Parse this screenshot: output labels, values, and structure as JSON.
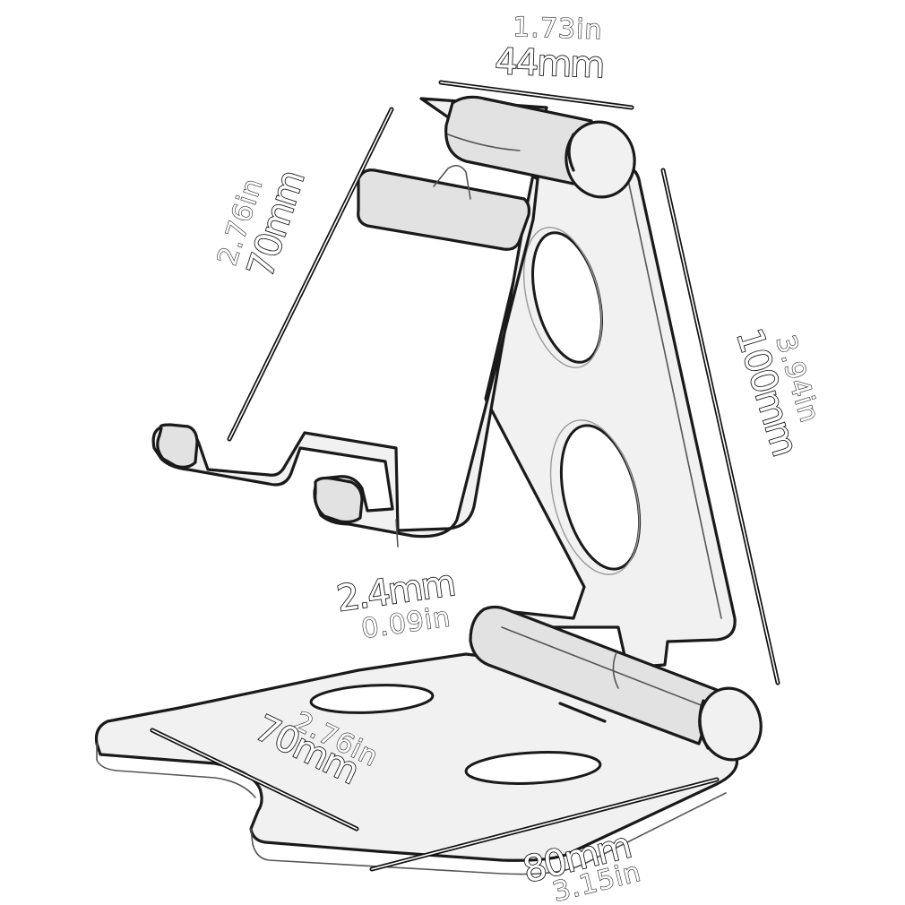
{
  "diagram": {
    "subject": "Foldable aluminum phone stand (sketch style)",
    "colors": {
      "background": "#ffffff",
      "line": "#1a1a1a",
      "surface": "#f1f1f1"
    },
    "dimensions": {
      "top_width": {
        "mm": "44mm",
        "in": "1.73in"
      },
      "back_panel_length": {
        "mm": "70mm",
        "in": "2.76in"
      },
      "total_height": {
        "mm": "100mm",
        "in": "3.94in"
      },
      "thickness": {
        "mm": "2.4mm",
        "in": "0.09in"
      },
      "base_depth": {
        "mm": "70mm",
        "in": "2.76in"
      },
      "base_width": {
        "mm": "80mm",
        "in": "3.15in"
      }
    }
  }
}
